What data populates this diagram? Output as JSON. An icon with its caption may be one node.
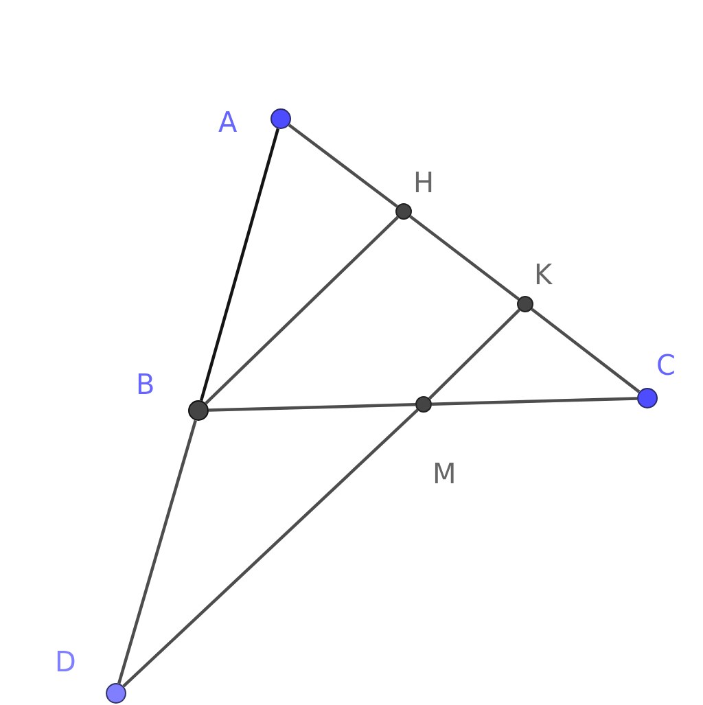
{
  "diagram": {
    "nodes": [
      {
        "text": [],
        "shape": "circle",
        "beside": [
          "A"
        ]
      },
      {
        "text": [],
        "shape": "circle",
        "beside": [
          "H"
        ]
      },
      {
        "text": [],
        "shape": "circle",
        "beside": [
          "K"
        ]
      },
      {
        "text": [],
        "shape": "circle",
        "beside": [
          "B"
        ]
      },
      {
        "text": [],
        "shape": "circle",
        "beside": [
          "C"
        ]
      },
      {
        "text": [],
        "shape": "circle",
        "beside": [
          "M"
        ]
      },
      {
        "text": [],
        "shape": "circle",
        "beside": [
          "D"
        ]
      }
    ],
    "edges": [
      {
        "from": 0,
        "to": 3,
        "arrow": "none",
        "color": "#141414"
      },
      {
        "from": 0,
        "to": 1,
        "arrow": "none"
      },
      {
        "from": 1,
        "to": 2,
        "arrow": "none"
      },
      {
        "from": 2,
        "to": 4,
        "arrow": "none"
      },
      {
        "from": 3,
        "to": 1,
        "arrow": "none"
      },
      {
        "from": 3,
        "to": 5,
        "arrow": "none"
      },
      {
        "from": 5,
        "to": 4,
        "arrow": "none"
      },
      {
        "from": 2,
        "to": 5,
        "arrow": "none"
      },
      {
        "from": 5,
        "to": 6,
        "arrow": "none"
      },
      {
        "from": 3,
        "to": 6,
        "arrow": "none"
      }
    ]
  }
}
